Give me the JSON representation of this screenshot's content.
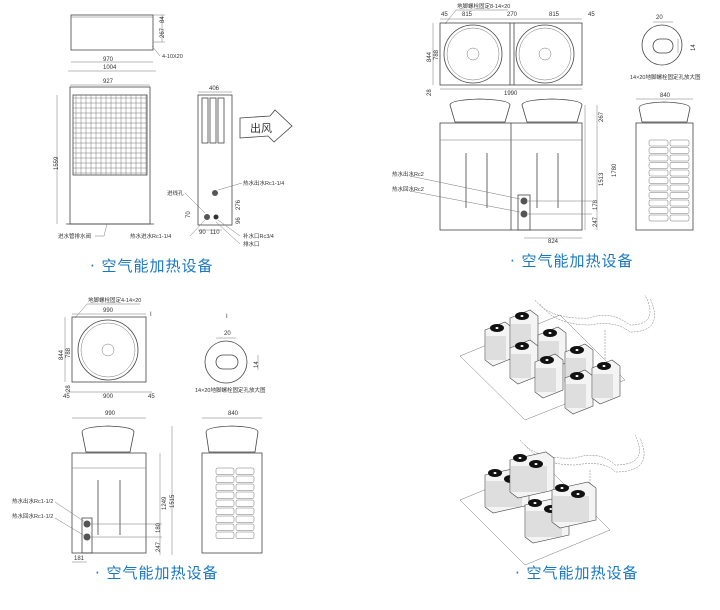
{
  "captions": {
    "top_left": "· 空气能加热设备",
    "top_right": "· 空气能加热设备",
    "bottom_left": "· 空气能加热设备",
    "bottom_right": "· 空气能加热设备"
  },
  "panel_top_left": {
    "top_view": {
      "dim_84": "84",
      "dim_267": "267",
      "dim_970": "970",
      "dim_1004": "1004",
      "hole_note": "4-10X20"
    },
    "front_view": {
      "dim_927": "927",
      "dim_1559": "1559",
      "drain_valve": "进水管排水阀"
    },
    "side_view": {
      "dim_406": "406",
      "airflow": "出风",
      "hot_water_out": "热水出水Rc1-1/4",
      "cable_hole": "进线孔",
      "hot_water_in": "热水进水Rc1-1/4",
      "makeup_water": "补水口Rc3/4",
      "drain": "排水口",
      "dim_70": "70",
      "dim_276": "276",
      "dim_96": "96",
      "dim_90": "90",
      "dim_110": "110"
    }
  },
  "panel_top_right": {
    "top_view": {
      "bolt_note": "地脚螺栓固定8-14×20",
      "dims_top": [
        "45",
        "815",
        "270",
        "815",
        "45"
      ],
      "dim_844": "844",
      "dim_788": "788",
      "dim_28": "28",
      "dim_1990": "1990"
    },
    "hole_detail": {
      "dim_20": "20",
      "dim_14": "14",
      "caption": "14×20地脚螺栓固定孔放大图"
    },
    "front_view": {
      "hot_water_out": "热水出水Rc2",
      "hot_water_return": "热水回水Rc2",
      "dim_267": "267",
      "dim_1513": "1513",
      "dim_1780": "1780",
      "dim_178": "178",
      "dim_247": "247",
      "dim_824": "824"
    },
    "side_view": {
      "dim_840": "840"
    }
  },
  "panel_bottom_left": {
    "top_view": {
      "bolt_note": "地脚螺栓固定4-14×20",
      "dim_990": "990",
      "dim_844": "844",
      "dim_788": "788",
      "dim_28": "28",
      "dim_45_left": "45",
      "dim_900": "900",
      "dim_45_right": "45",
      "section_mark": "I"
    },
    "hole_detail": {
      "section_mark": "I",
      "dim_20": "20",
      "dim_14": "14",
      "caption": "14×20地脚螺栓固定孔放大图"
    },
    "front_view": {
      "dim_990": "990",
      "hot_water_out": "热水出水Rc1-1/2",
      "hot_water_return": "热水回水Rc1-1/2",
      "dim_1249": "1249",
      "dim_1515": "1515",
      "dim_180": "180",
      "dim_247": "247",
      "dim_181": "181"
    },
    "side_view": {
      "dim_840": "840"
    }
  },
  "panel_bottom_right": {
    "layout_8_units": {
      "units": 8
    },
    "layout_4_double_units": {
      "units": 4
    }
  },
  "colors": {
    "caption": "#1a78c2",
    "line": "#444444"
  }
}
